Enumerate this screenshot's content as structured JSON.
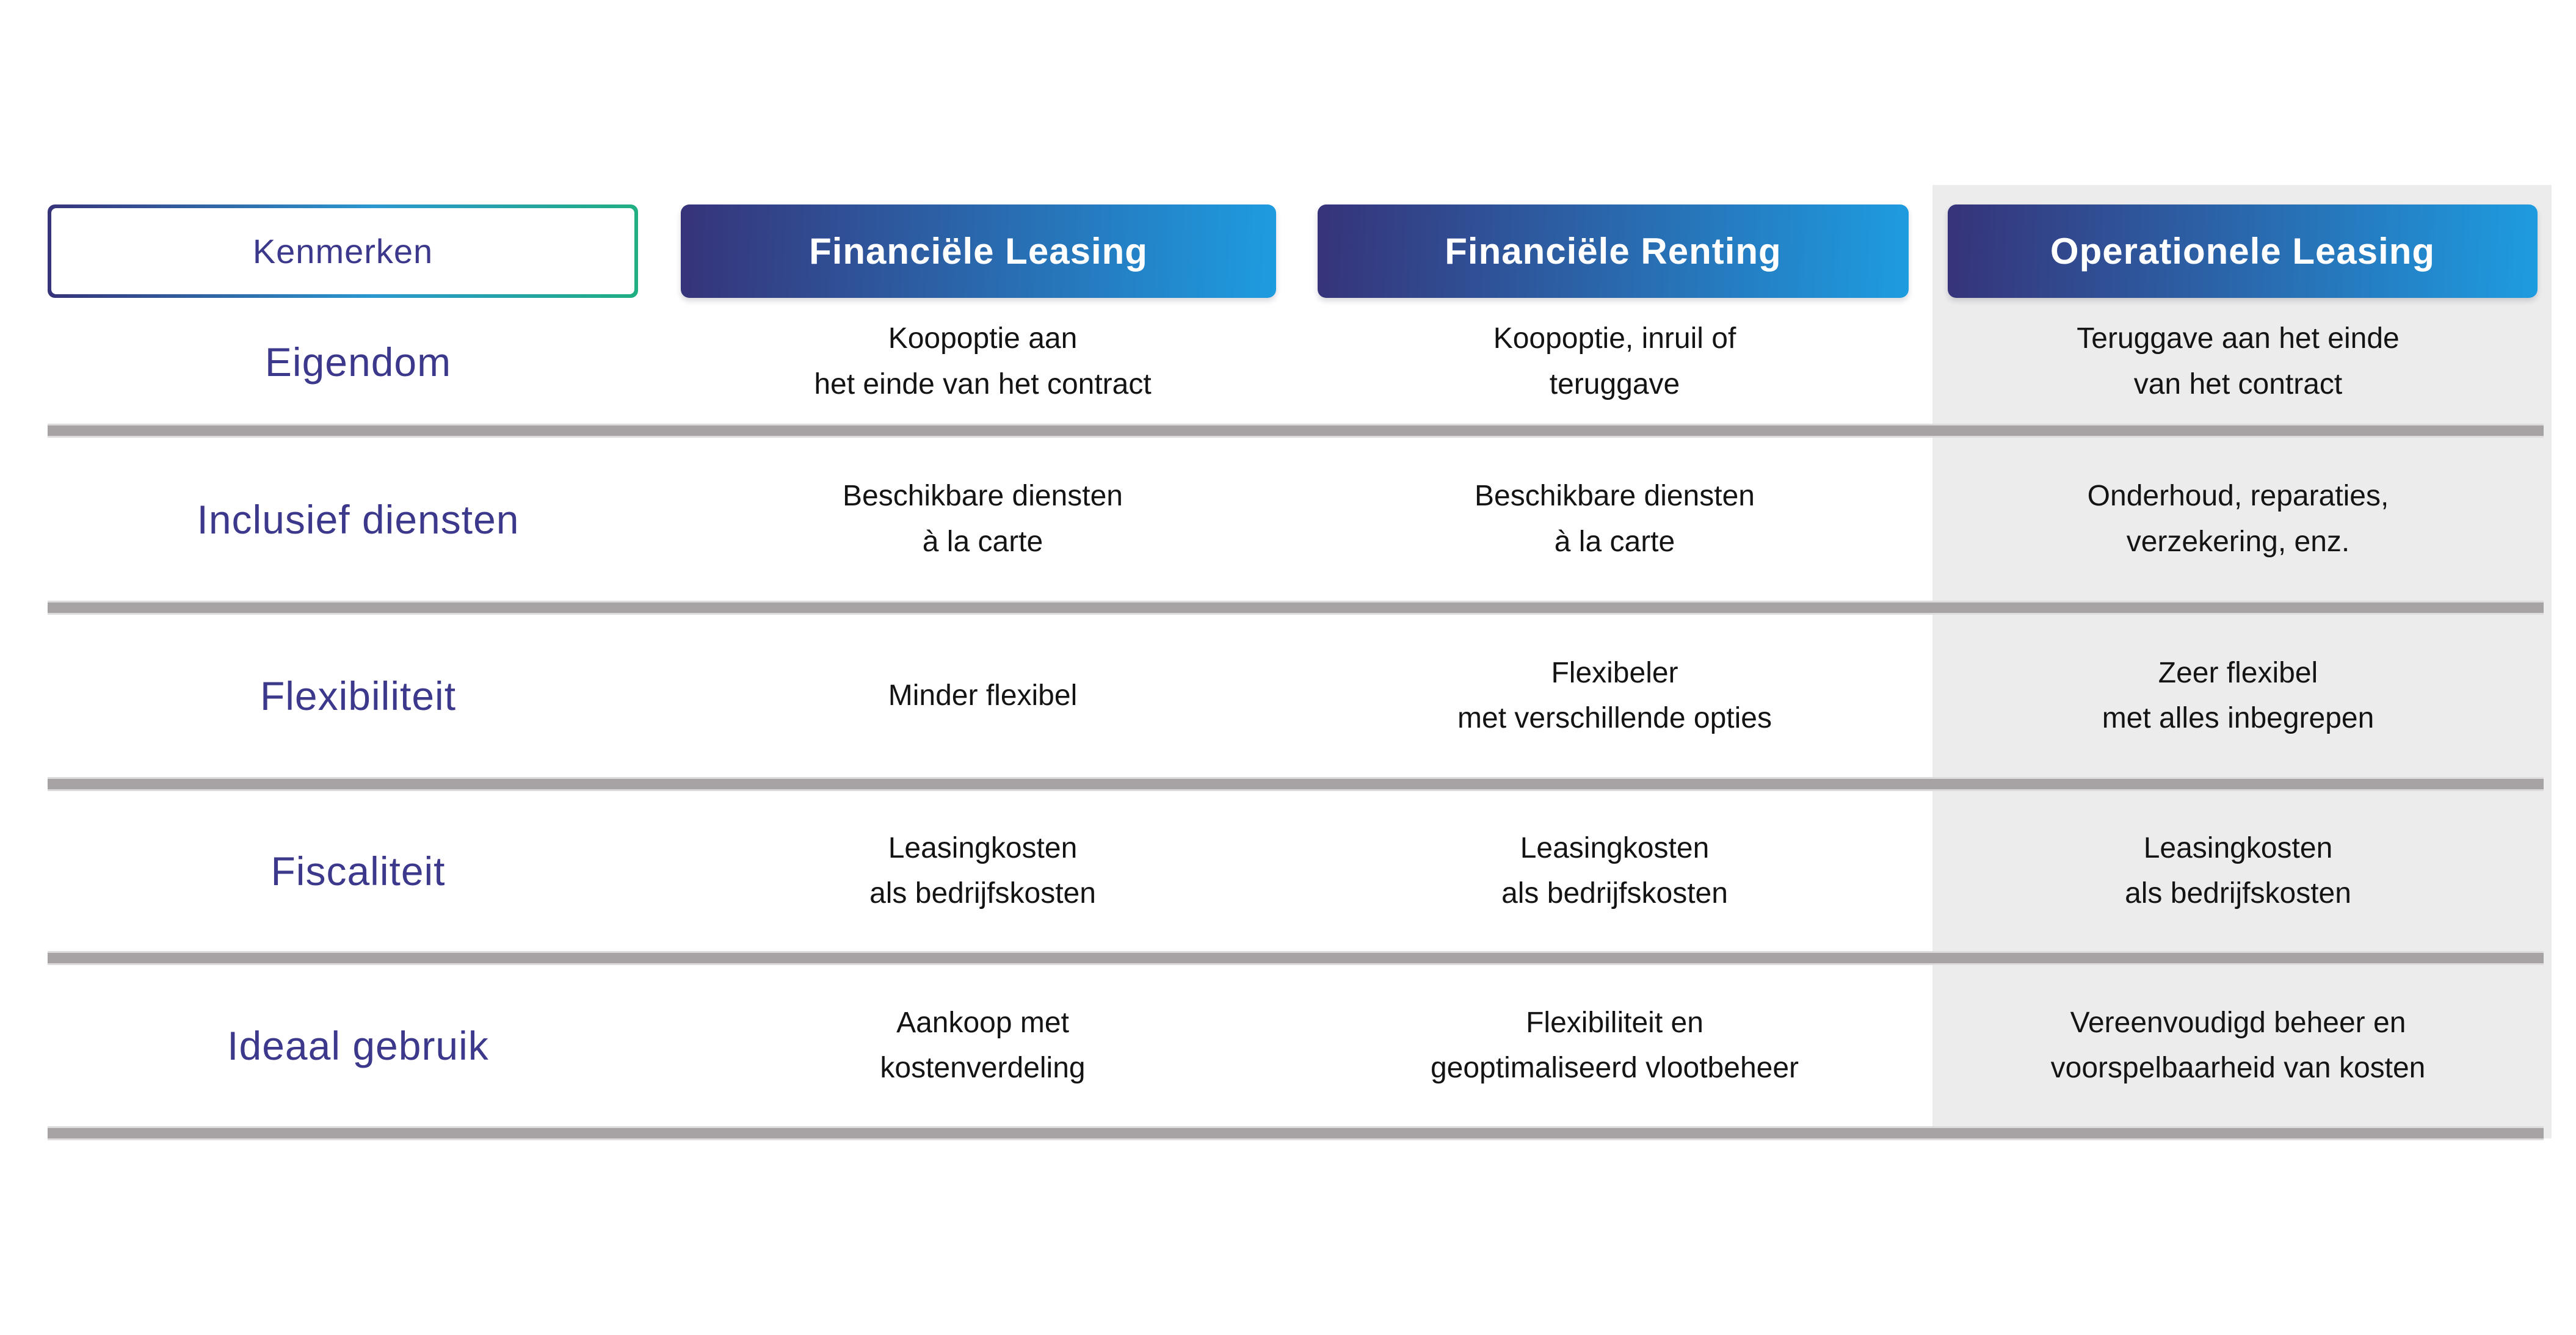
{
  "table": {
    "feature_header": "Kenmerken",
    "columns": [
      "Financiële Leasing",
      "Financiële Renting",
      "Operationele Leasing"
    ],
    "rows": [
      {
        "label": "Eigendom",
        "cells": [
          "Koopoptie aan\nhet einde van het contract",
          "Koopoptie, inruil of\nteruggave",
          "Teruggave aan het einde\nvan het contract"
        ]
      },
      {
        "label": "Inclusief diensten",
        "cells": [
          "Beschikbare diensten\nà la carte",
          "Beschikbare diensten\nà la carte",
          "Onderhoud, reparaties,\nverzekering, enz."
        ]
      },
      {
        "label": "Flexibiliteit",
        "cells": [
          "Minder flexibel",
          "Flexibeler\nmet verschillende opties",
          "Zeer flexibel\nmet alles inbegrepen"
        ]
      },
      {
        "label": "Fiscaliteit",
        "cells": [
          "Leasingkosten\nals bedrijfskosten",
          "Leasingkosten\nals bedrijfskosten",
          "Leasingkosten\nals bedrijfskosten"
        ]
      },
      {
        "label": "Ideaal gebruik",
        "cells": [
          "Aankoop met\nkostenverdeling",
          "Flexibiliteit en\ngeoptimaliseerd vlootbeheer",
          "Vereenvoudigd beheer en\nvoorspelbaarheid van kosten"
        ]
      }
    ]
  },
  "colors": {
    "accent_gradient_start": "#363379",
    "accent_gradient_end": "#1e9ce0",
    "feature_border_green": "#1faf82",
    "label_text": "#3c388b",
    "divider": "#a7a3a4",
    "highlight_column_bg": "#edecec"
  }
}
